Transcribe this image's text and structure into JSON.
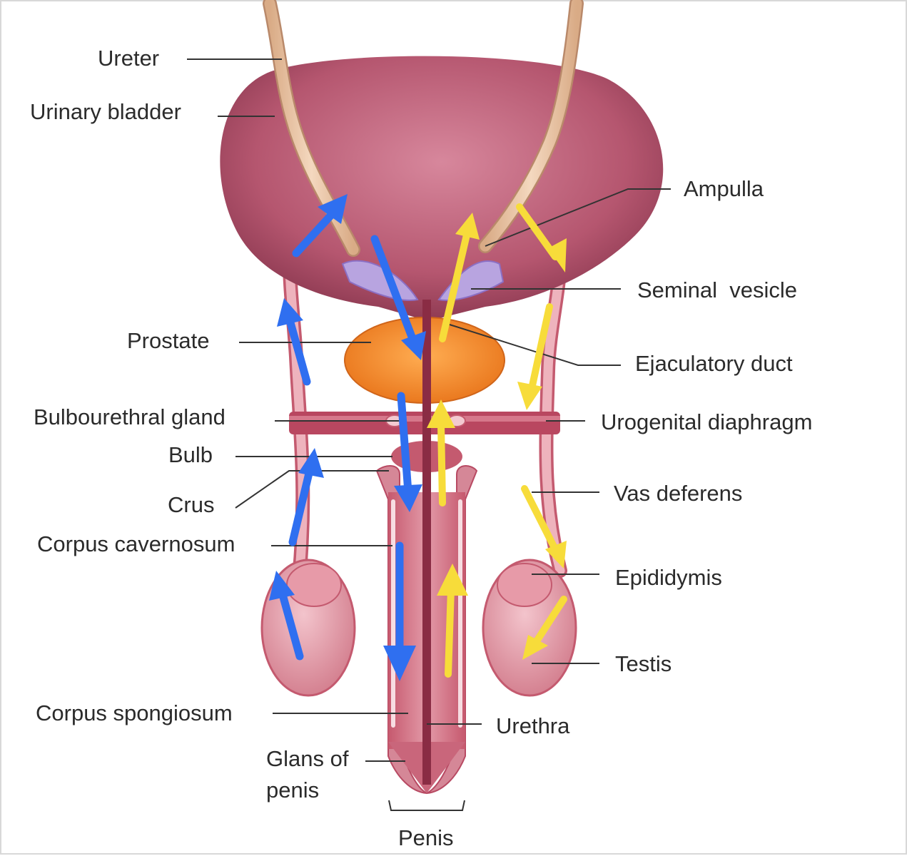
{
  "labels": {
    "ureter": "Ureter",
    "urinary_bladder": "Urinary bladder",
    "ampulla": "Ampulla",
    "seminal_vesicle": "Seminal  vesicle",
    "prostate": "Prostate",
    "ejaculatory_duct": "Ejaculatory duct",
    "bulbourethral_gland": "Bulbourethral gland",
    "urogenital_diaphragm": "Urogenital diaphragm",
    "bulb": "Bulb",
    "crus": "Crus",
    "vas_deferens": "Vas deferens",
    "corpus_cavernosum": "Corpus cavernosum",
    "epididymis": "Epididymis",
    "testis": "Testis",
    "corpus_spongiosum": "Corpus spongiosum",
    "urethra": "Urethra",
    "glans_line1": "Glans of",
    "glans_line2": "penis",
    "penis": "Penis"
  },
  "colors": {
    "bladder": "#b5566f",
    "tissue": "#d98a98",
    "prostate": "#f08a2a",
    "vesicle": "#b8a4e0",
    "ureter": "#e9c3a3",
    "arrow_blue": "#2f6ff0",
    "arrow_yellow": "#f7dc3a"
  }
}
